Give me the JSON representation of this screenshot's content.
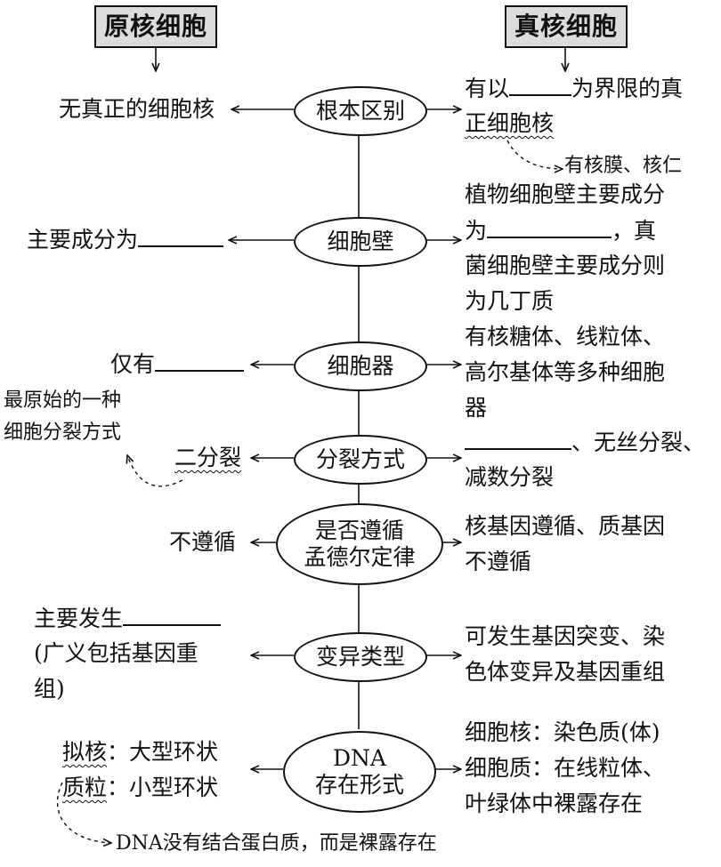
{
  "headers": {
    "left": "原核细胞",
    "right": "真核细胞"
  },
  "nodes": {
    "n1": "根本区别",
    "n2": "细胞壁",
    "n3": "细胞器",
    "n4": "分裂方式",
    "n5_l1": "是否遵循",
    "n5_l2": "孟德尔定律",
    "n6": "变异类型",
    "n7_l1": "DNA",
    "n7_l2": "存在形式"
  },
  "left": {
    "r1": "无真正的细胞核",
    "r2": "主要成分为",
    "r3": "仅有",
    "r4_note_l1": "最原始的一种",
    "r4_note_l2": "细胞分裂方式",
    "r4": "二分裂",
    "r5": "不遵循",
    "r6_l1": "主要发生",
    "r6_l2": "(广义包括基因重",
    "r6_l3": "组)",
    "r7_l1a": "拟核",
    "r7_l1b": "：大型环状",
    "r7_l2a": "质粒",
    "r7_l2b": "：小型环状",
    "bottom_note": "DNA没有结合蛋白质，而是裸露存在"
  },
  "right": {
    "r1_a": "有以",
    "r1_b": "为界限的真",
    "r1_c": "正细胞核",
    "r1_note": "有核膜、核仁",
    "r2_l1": "植物细胞壁主要成分",
    "r2_l2a": "为",
    "r2_l2b": "，真",
    "r2_l3": "菌细胞壁主要成分则",
    "r2_l4": "为几丁质",
    "r3_l1": "有核糖体、线粒体、",
    "r3_l2": "高尔基体等多种细胞",
    "r3_l3": "器",
    "r4_l1b": "、无丝分裂、",
    "r4_l2": "减数分裂",
    "r5_l1": "核基因遵循、质基因",
    "r5_l2": "不遵循",
    "r6_l1": "可发生基因突变、染",
    "r6_l2": "色体变异及基因重组",
    "r7_l1": "细胞核：染色质(体)",
    "r7_l2": "细胞质：在线粒体、",
    "r7_l3": "叶绿体中裸露存在"
  }
}
